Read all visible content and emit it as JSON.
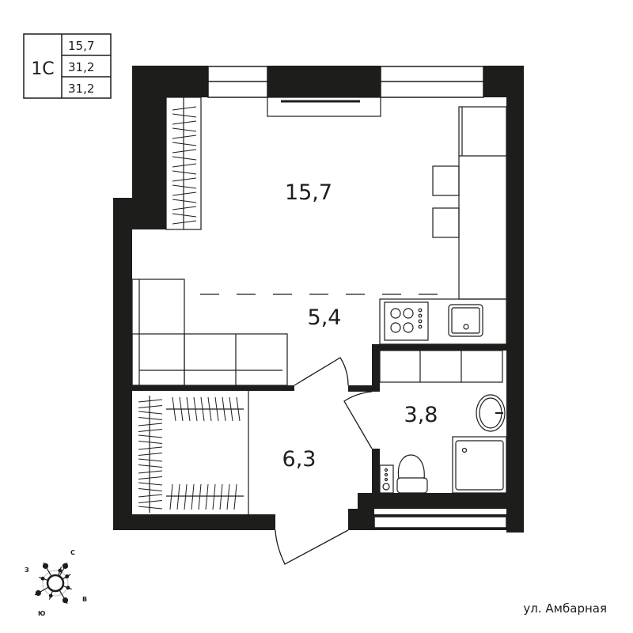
{
  "summary_table": {
    "unit_type": "1С",
    "values": [
      "15,7",
      "31,2",
      "31,2"
    ]
  },
  "rooms": [
    {
      "id": "living",
      "area": "15,7"
    },
    {
      "id": "kitchen",
      "area": "5,4"
    },
    {
      "id": "bathroom",
      "area": "3,8"
    },
    {
      "id": "hall",
      "area": "6,3"
    }
  ],
  "street": "ул. Амбарная",
  "compass": {
    "north": "С",
    "west": "З",
    "east": "В",
    "south": "Ю"
  },
  "colors": {
    "wall": "#1d1d1b",
    "line": "#1d1d1b",
    "background": "#ffffff"
  }
}
